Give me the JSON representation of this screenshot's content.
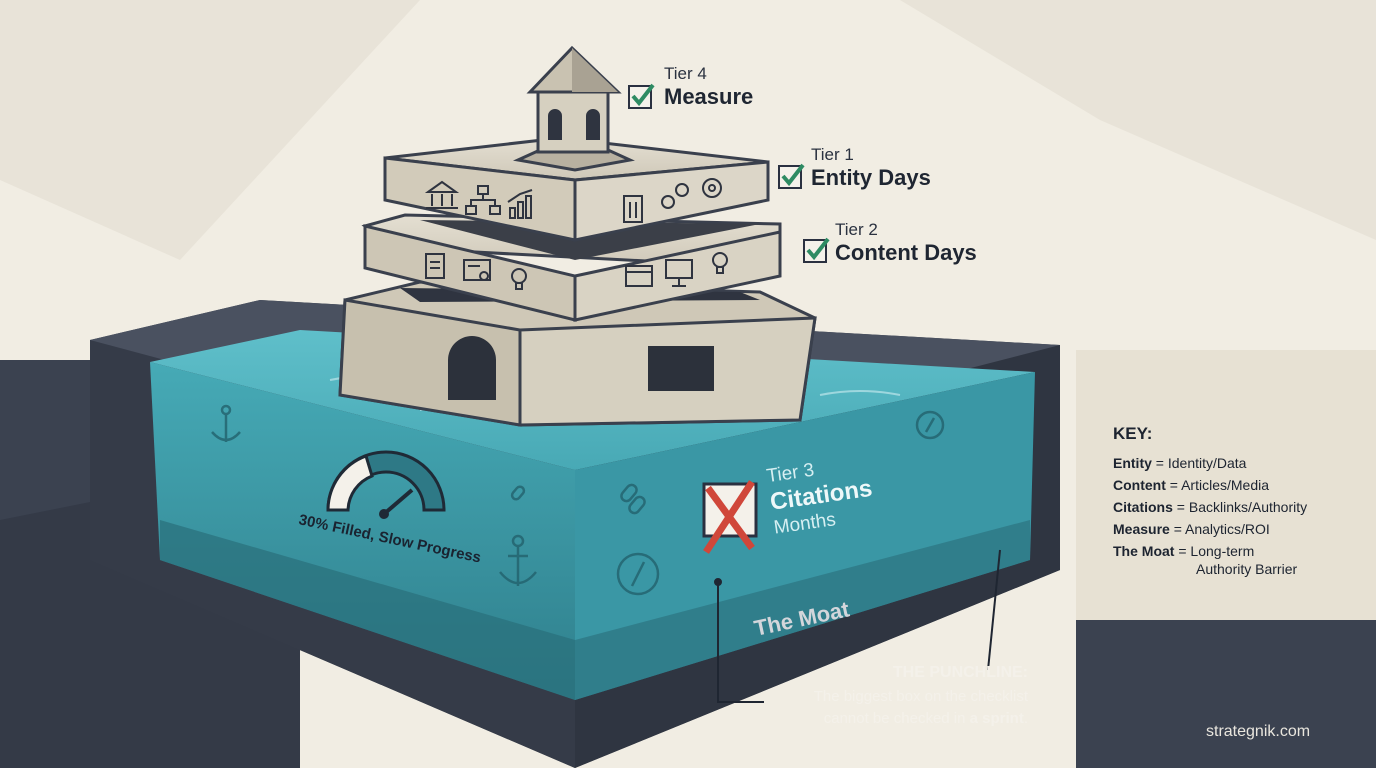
{
  "tiers": [
    {
      "id": "tier4",
      "number": "Tier 4",
      "name": "Measure",
      "status": "checked"
    },
    {
      "id": "tier1",
      "number": "Tier 1",
      "name": "Entity Days",
      "status": "checked"
    },
    {
      "id": "tier2",
      "number": "Tier 2",
      "name": "Content Days",
      "status": "checked"
    },
    {
      "id": "tier3",
      "number": "Tier 3",
      "name": "Citations",
      "duration": "Months",
      "status": "crossed"
    }
  ],
  "gauge": {
    "label": "30% Filled, Slow Progress",
    "value": 0.3
  },
  "moat": {
    "label": "The Moat"
  },
  "key": {
    "title": "KEY:",
    "items": [
      {
        "term": "Entity",
        "sep": " = ",
        "definition": "Identity/Data"
      },
      {
        "term": "Content",
        "sep": " = ",
        "definition": "Articles/Media"
      },
      {
        "term": "Citations",
        "sep": " = ",
        "definition": "Backlinks/Authority"
      },
      {
        "term": "Measure",
        "sep": " = ",
        "definition": "Analytics/ROI"
      },
      {
        "term": "The Moat",
        "sep": " = ",
        "definition": "Long-term",
        "definition_line2": "Authority Barrier"
      }
    ]
  },
  "punchline": {
    "title": "THE PUNCHLINE:",
    "line1": "The biggest box on the checklist",
    "line2_prefix": "cannot be checked in ",
    "line2_emphasis": "a sprint",
    "line2_suffix": "."
  },
  "site": "strategnik.com",
  "colors": {
    "background": "#f1ede3",
    "dark_slate": "#3b4250",
    "water": "#3fa3b0",
    "stone": "#d9d3c4",
    "check_green": "#2e8b63",
    "cross_red": "#d0473a"
  },
  "icons": [
    "bank-icon",
    "org-chart-icon",
    "bar-chart-icon",
    "building-icon",
    "gears-icon",
    "gear-icon",
    "document-icon",
    "certificate-icon",
    "lightbulb-icon",
    "browser-icon",
    "monitor-icon",
    "anchor-icon",
    "compass-icon",
    "chain-link-icon"
  ]
}
